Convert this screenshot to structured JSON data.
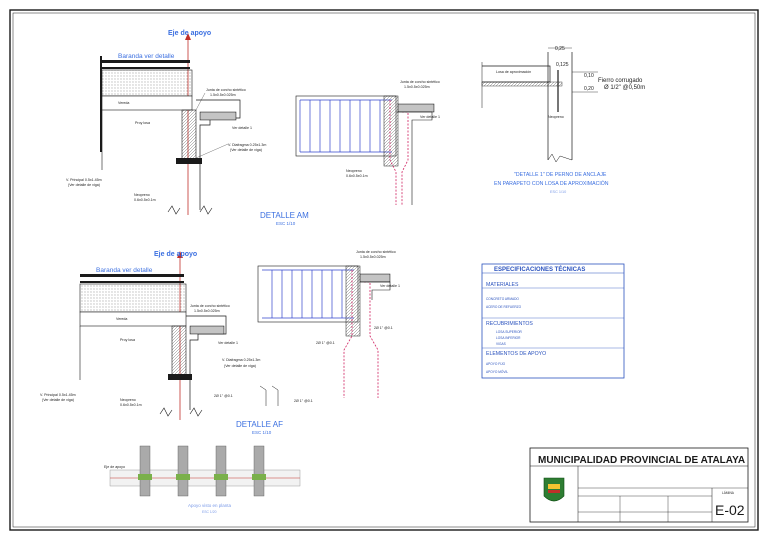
{
  "colors": {
    "line": "#1a1a1a",
    "blue_title": "#3b6fe0",
    "red": "#c0302a",
    "blue_rebar": "#3344cc",
    "magenta_rebar": "#d02060",
    "spec_blue": "#2a52be"
  },
  "detail_am": {
    "eje_label": "Eje de apoyo",
    "baranda_label": "Baranda ver detalle",
    "vereda_label": "Vereda",
    "losa_label": "Proy losa",
    "junta_label": "Junta de corcho sintético",
    "junta_size": "1.5x0.5x0.025m",
    "ver_detalle_label": "Ver detalle 1",
    "diafragma_label": "V. Diafragma 0.25x1.3m",
    "diafragma_note": "(Ver detalle de viga)",
    "principal_label": "V. Principal 0.5x1.45m",
    "principal_note": "(Ver detalle de viga)",
    "neopreno_label": "Neopreno",
    "neopreno_size": "0.6x0.5x0.1m",
    "title": "DETALLE AM",
    "scale": "ESC 1/10"
  },
  "detail_af": {
    "eje_label": "Eje de apoyo",
    "baranda_label": "Baranda ver detalle",
    "vereda_label": "Vereda",
    "losa_label": "Proy losa",
    "junta_label": "Junta de corcho sintético",
    "junta_size": "1.5x0.5x0.025m",
    "ver_detalle_label": "Ver detalle 1",
    "diafragma_label": "V. Diafragma 0.25x1.3m",
    "diafragma_note": "(Ver detalle de viga)",
    "principal_label": "V. Principal 0.5x1.45m",
    "principal_note": "(Ver detalle de viga)",
    "neopreno_label": "Neopreno",
    "neopreno_size": "0.6x0.5x0.1m",
    "bar_a": "2Ø 1\" @0.1",
    "bar_b": "2Ø 1\" @0.1",
    "bar_c": "2Ø 1\" @0.1",
    "title": "DETALLE AF",
    "scale": "ESC 1/10"
  },
  "detail_1": {
    "dim_025": "0,25",
    "dim_0125": "0,125",
    "dim_010": "0,10",
    "dim_020": "0,20",
    "losa_label": "Losa de aproximación",
    "fierro_label": "Fierro corrugado",
    "fierro_spec": "Ø 1/2\" @0,50m",
    "neopreno_label": "Neopreno",
    "title_line1": "\"DETALLE 1\" DE PERNO DE ANCLAJE",
    "title_line2": "EN PARAPETO CON LOSA DE APROXIMACIÓN",
    "scale": "ESC 1/10"
  },
  "planta": {
    "eje_label": "Eje de apoyo",
    "caption": "Apoyo visto en planta",
    "scale": "ESC 1/20"
  },
  "specs": {
    "title": "ESPECIFICACIONES TÉCNICAS",
    "materiales": "MATERIALES",
    "recubrimientos": "RECUBRIMIENTOS",
    "elementos": "ELEMENTOS DE APOYO",
    "rows_materiales": [
      "CONCRETO ARMADO",
      "ACERO DE REFUERZO"
    ],
    "rows_recub": [
      "LOSA SUPERIOR",
      "LOSA INFERIOR",
      "VIGAS"
    ],
    "rows_elementos": [
      "APOYO FIJO",
      "APOYO MÓVIL"
    ]
  },
  "title_block": {
    "municipality": "MUNICIPALIDAD PROVINCIAL DE ATALAYA",
    "sheet_label": "LÁMINA",
    "sheet_number": "E-02"
  }
}
